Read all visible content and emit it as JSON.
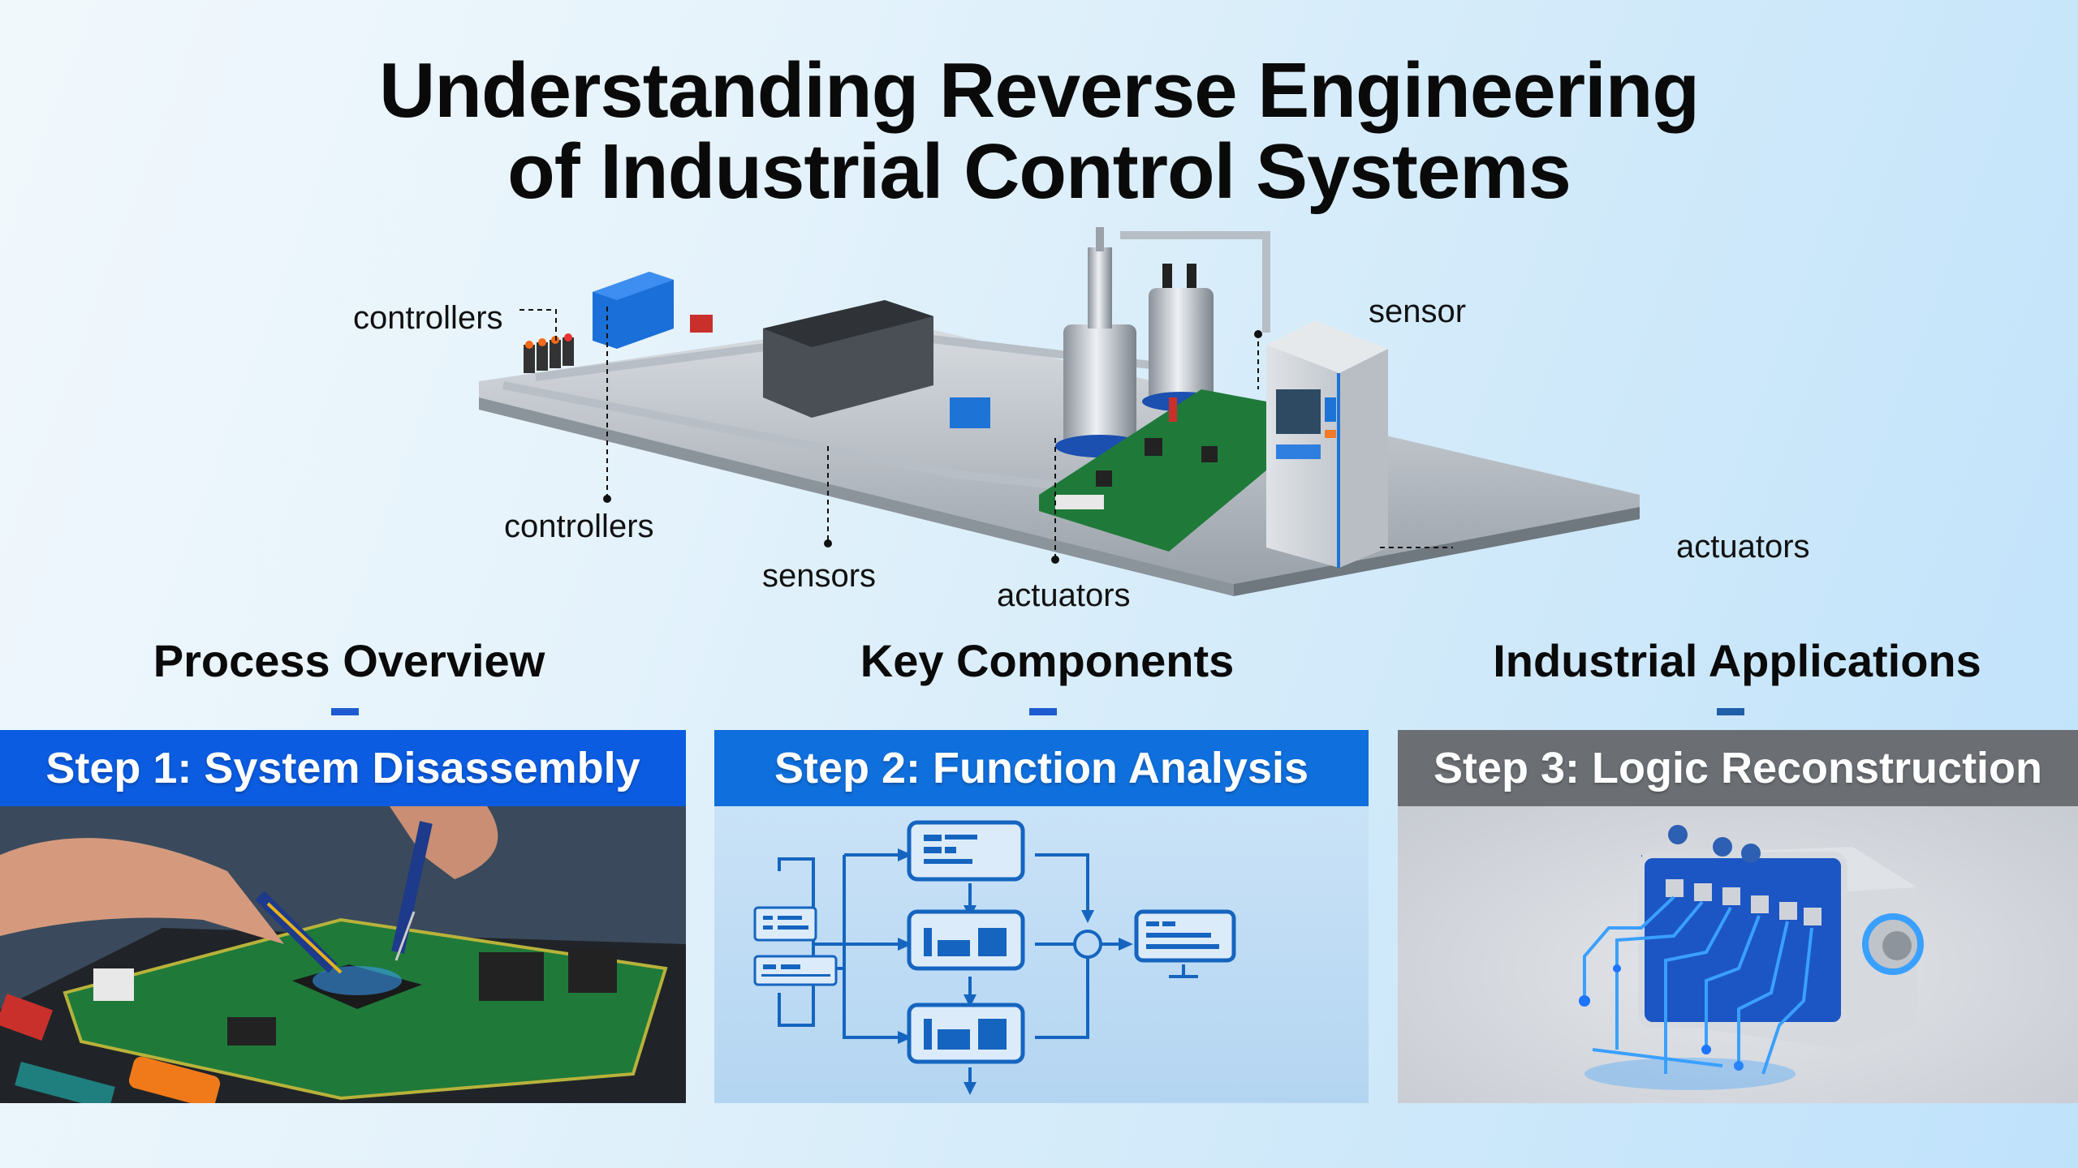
{
  "title": {
    "line1": "Understanding Reverse Engineering",
    "line2": "of Industrial Control Systems"
  },
  "hero": {
    "illustration": "industrial-control-system-bench",
    "callouts": [
      {
        "id": "controllers-top",
        "label": "controllers"
      },
      {
        "id": "controllers-bottom",
        "label": "controllers"
      },
      {
        "id": "sensors",
        "label": "sensors"
      },
      {
        "id": "actuators-center",
        "label": "actuators"
      },
      {
        "id": "sensor",
        "label": "sensor"
      },
      {
        "id": "actuators-right",
        "label": "actuators"
      }
    ]
  },
  "sections": [
    {
      "heading": "Process Overview",
      "step_label": "Step 1: System Disassembly",
      "bar_color": "#0b5ce0",
      "image": "technician-probing-circuit-board"
    },
    {
      "heading": "Key Components",
      "step_label": "Step 2: Function Analysis",
      "bar_color": "#0f6fdc",
      "image": "function-flow-diagram"
    },
    {
      "heading": "Industrial Applications",
      "step_label": "Step 3: Logic Reconstruction",
      "bar_color": "#6b6f73",
      "image": "controller-box-with-glowing-circuits"
    }
  ],
  "colors": {
    "accent_blue": "#1e5bd0",
    "diagram_blue": "#1565c0",
    "pcb_green": "#1f7a3a",
    "glow_blue": "#3aa0ff"
  }
}
